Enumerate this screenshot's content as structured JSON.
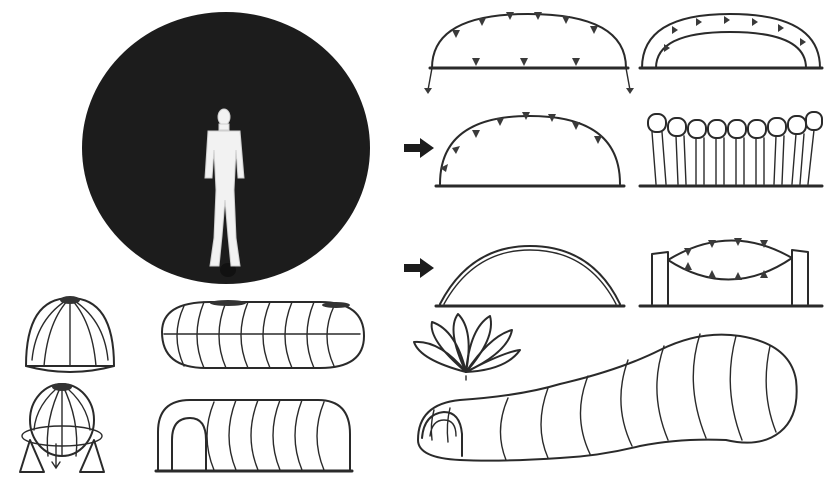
{
  "diagram": {
    "figure": "pneumatic-structures-illustration",
    "left_panel": {
      "sphere": {
        "color": "#1c1c1c"
      },
      "human_figure": {
        "color": "#f2f2f2"
      }
    },
    "small_shapes": [
      "ribbed-dome",
      "ribbed-vault",
      "ribbed-sphere-with-legs",
      "open-ribbed-tunnel"
    ],
    "right_panel": {
      "diagrams": [
        "arch-with-radial-load-arrows",
        "double-membrane-arch",
        "wind-load-on-arch",
        "row-of-inflated-tubes",
        "wind-load-on-low-dome",
        "cushion-between-supports"
      ],
      "bottom_shapes": [
        "flower-shaped-cluster",
        "segmented-tunnel-structure"
      ]
    }
  }
}
